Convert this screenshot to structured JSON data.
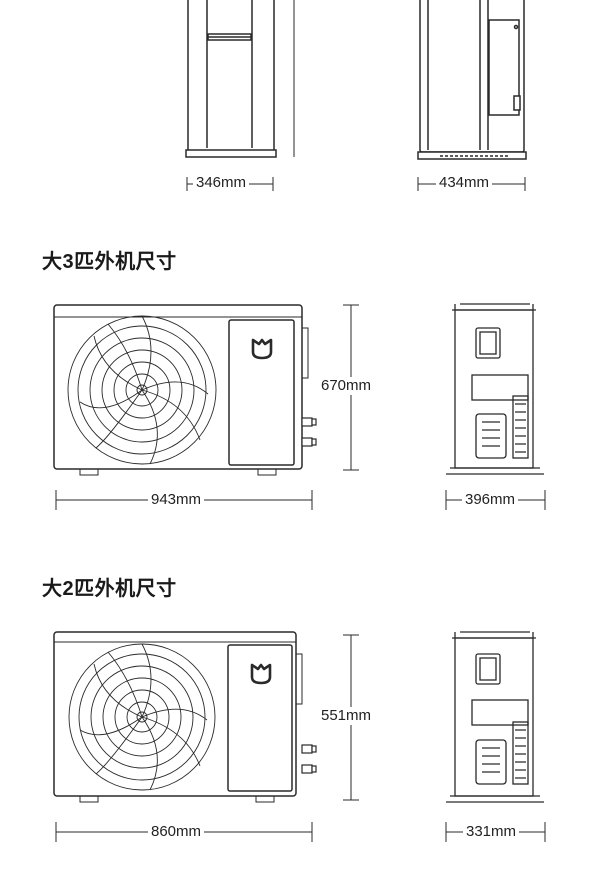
{
  "indoor": {
    "width_front": "346mm",
    "depth_side": "434mm"
  },
  "outdoor_3hp": {
    "title": "大3匹外机尺寸",
    "height": "670mm",
    "width": "943mm",
    "depth": "396mm"
  },
  "outdoor_2hp": {
    "title": "大2匹外机尺寸",
    "height": "551mm",
    "width": "860mm",
    "depth": "331mm"
  },
  "icons": {
    "brand_logo": "mijia-logo",
    "fan": "fan-grille-icon",
    "valves": "pipe-valve-icon"
  },
  "colors": {
    "line": "#2a2a2a",
    "background": "#ffffff"
  }
}
